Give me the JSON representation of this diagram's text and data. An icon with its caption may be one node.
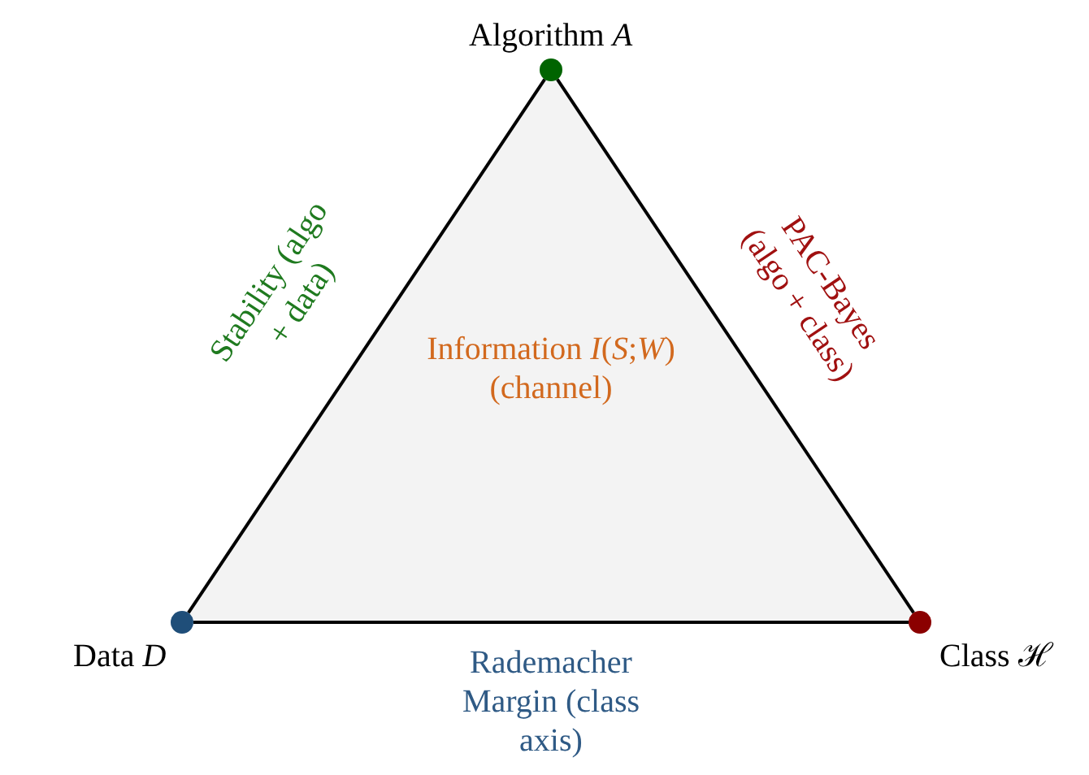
{
  "diagram": {
    "nodes": [
      {
        "text": [],
        "shape": "circle",
        "beside": [
          "Algorithm *A*"
        ]
      },
      {
        "text": [],
        "shape": "circle",
        "beside": [
          "Data *D*"
        ]
      },
      {
        "text": [],
        "shape": "circle",
        "beside": [
          "Class ℋ"
        ]
      },
      {
        "text": [
          "Information *I*(*S*;*W*) (channel)"
        ]
      }
    ],
    "edges": [
      {
        "from": 0,
        "to": 1,
        "arrow": "none",
        "label": "Stability (algo + data)"
      },
      {
        "from": 0,
        "to": 2,
        "arrow": "none",
        "label": "PAC-Bayes (algo + class)"
      },
      {
        "from": 1,
        "to": 2,
        "arrow": "none",
        "label": "Rademacher Margin (class axis)"
      }
    ]
  }
}
